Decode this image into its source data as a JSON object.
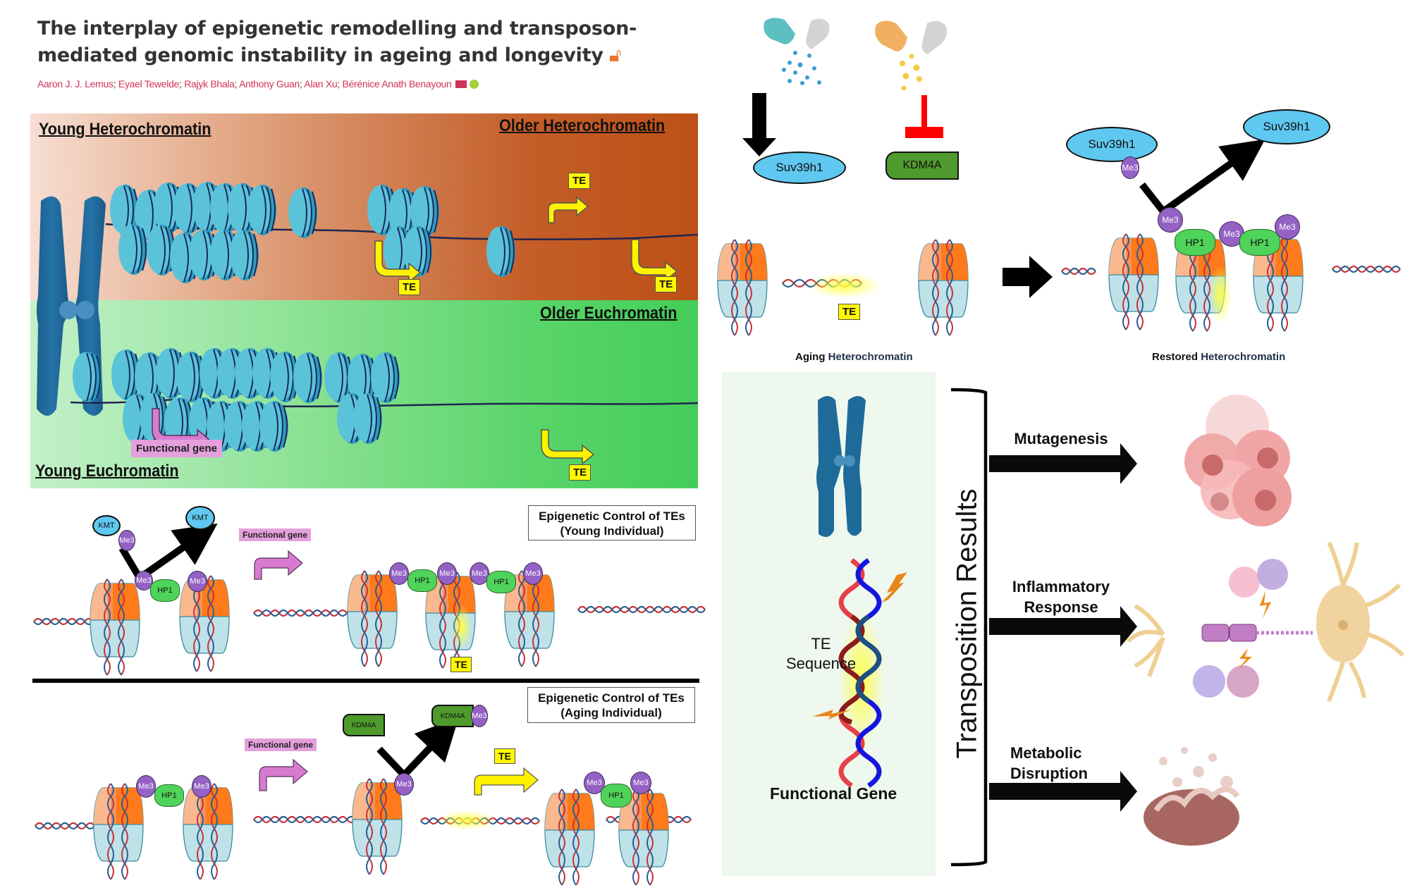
{
  "header": {
    "title": "The interplay of epigenetic remodelling and transposon-mediated genomic instability in ageing and longevity",
    "open_access_icon": "open-access-icon",
    "authors": [
      "Aaron J. J. Lemus",
      "Eyael Tewelde",
      "Rajyk Bhala",
      "Anthony Guan",
      "Alan Xu",
      "Bérénice Anath Benayoun"
    ],
    "author_separator": ";",
    "contact_icon": "envelope-icon",
    "orcid_icon": "orcid-icon"
  },
  "chromatin_panel": {
    "young_heterochromatin": "Young Heterochromatin",
    "older_heterochromatin": "Older Heterochromatin",
    "older_euchromatin": "Older Euchromatin",
    "young_euchromatin": "Young Euchromatin",
    "te_label": "TE",
    "functional_gene_label": "Functional gene",
    "colors": {
      "heterochromatin_start": "#f7ded3",
      "heterochromatin_end": "#bd5016",
      "euchromatin_start": "#c3f0c8",
      "euchromatin_end": "#43cd58",
      "te_box": "#fff700",
      "functional_gene_box": "#e4a0dc",
      "nucleosome": "#5bc3d9"
    }
  },
  "young_control": {
    "title_line1": "Epigenetic Control of TEs",
    "title_line2": "(Young Individual)",
    "kmt_label": "KMT",
    "me3_label": "Me3",
    "hp1_label": "HP1",
    "functional_gene_label": "Functional gene",
    "te_label": "TE"
  },
  "aging_control": {
    "title_line1": "Epigenetic Control of TEs",
    "title_line2": "(Aging Individual)",
    "kdm4a_label": "KDM4A",
    "me3_label": "Me3",
    "hp1_label": "HP1",
    "functional_gene_label": "Functional gene",
    "te_label": "TE"
  },
  "intervention": {
    "drug1_target": "Suv39h1",
    "drug2_target": "KDM4A",
    "drug1_effect": "activates",
    "drug2_effect": "inhibits",
    "suv_bound": "Suv39h1",
    "suv_released": "Suv39h1",
    "me3_label": "Me3",
    "hp1_label": "HP1",
    "te_label": "TE",
    "aging_caption_a": "Aging",
    "aging_caption_b": "Heterochromatin",
    "restored_caption_a": "Restored",
    "restored_caption_b": "Heterochromatin",
    "colors": {
      "activator_arrow": "#000000",
      "inhibitor_bar": "#ff0000",
      "suv_fill": "#5fc8f0",
      "kdm_fill": "#4f9a2c",
      "me3_fill": "#9461c4",
      "hp1_fill": "#4fd35a"
    }
  },
  "transposition": {
    "te_sequence_line1": "TE",
    "te_sequence_line2": "Sequence",
    "functional_gene": "Functional Gene",
    "bracket_label": "Transposition Results",
    "outcomes": [
      {
        "label_line1": "Mutagenesis",
        "label_line2": "",
        "icon": "cancer-cells-icon"
      },
      {
        "label_line1": "Inflammatory",
        "label_line2": "Response",
        "icon": "neuron-immune-cells-icon"
      },
      {
        "label_line1": "Metabolic",
        "label_line2": "Disruption",
        "icon": "damaged-mitochondrion-icon"
      }
    ]
  }
}
